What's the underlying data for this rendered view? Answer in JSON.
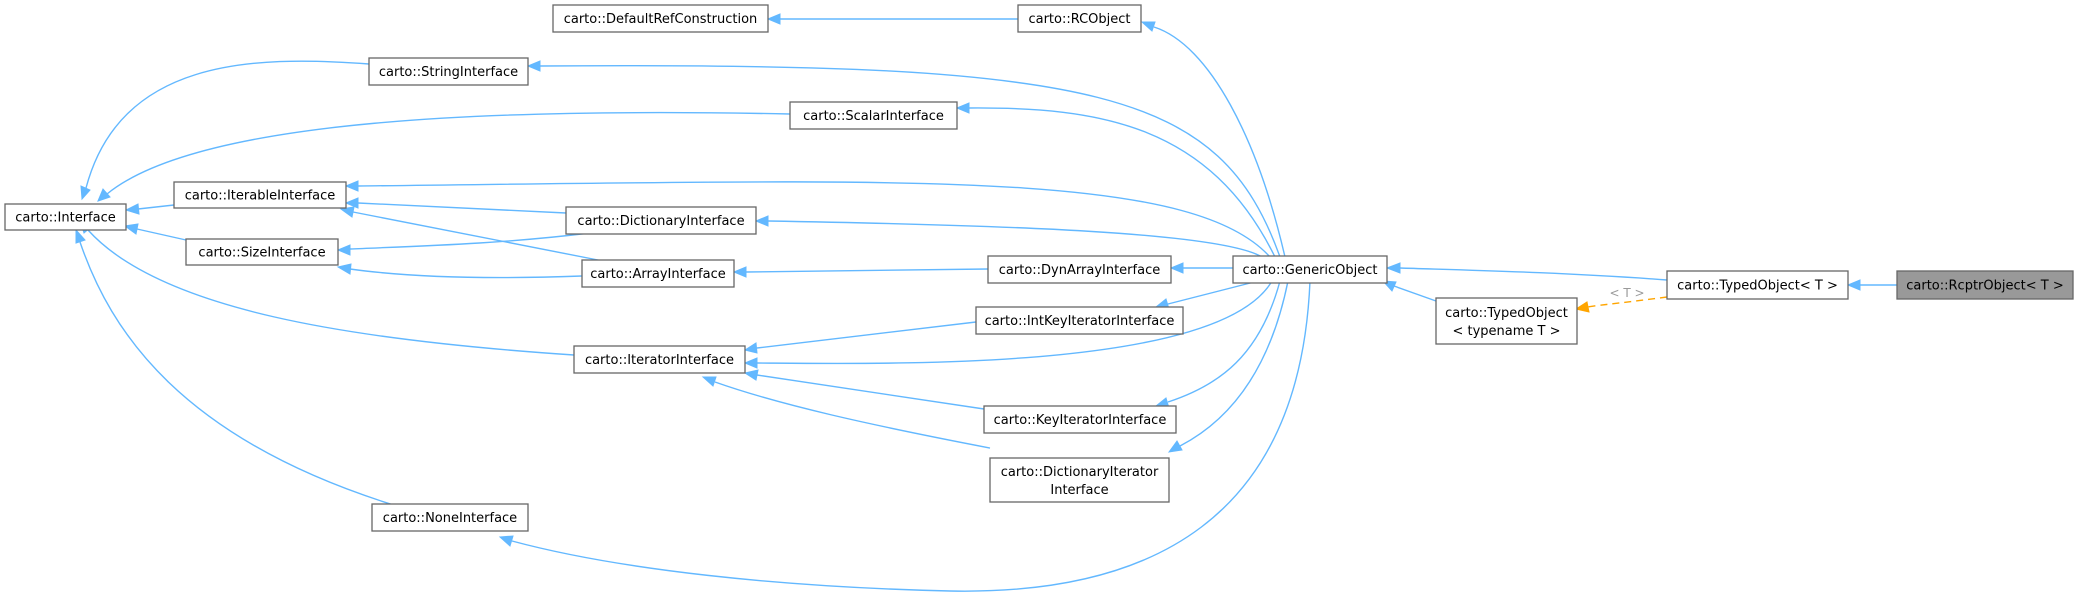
{
  "diagram": {
    "nodes": {
      "interface": "carto::Interface",
      "iterable_interface": "carto::IterableInterface",
      "size_interface": "carto::SizeInterface",
      "string_interface": "carto::StringInterface",
      "scalar_interface": "carto::ScalarInterface",
      "dictionary_interface": "carto::DictionaryInterface",
      "array_interface": "carto::ArrayInterface",
      "iterator_interface": "carto::IteratorInterface",
      "none_interface": "carto::NoneInterface",
      "default_ref_construction": "carto::DefaultRefConstruction",
      "rc_object": "carto::RCObject",
      "dyn_array_interface": "carto::DynArrayInterface",
      "int_key_iterator_interface": "carto::IntKeyIteratorInterface",
      "key_iterator_interface": "carto::KeyIteratorInterface",
      "dictionary_iterator_interface": [
        "carto::DictionaryIterator",
        "Interface"
      ],
      "generic_object": "carto::GenericObject",
      "typed_object_template": [
        "carto::TypedObject",
        "< typename T >"
      ],
      "typed_object_t": "carto::TypedObject< T >",
      "rcptr_object_t": "carto::RcptrObject< T >"
    },
    "template_edge_label": "< T >",
    "colors": {
      "inheritance_edge": "#63b8ff",
      "template_edge": "#ffa500",
      "current_node_fill": "#999999",
      "node_border": "#666666"
    }
  }
}
